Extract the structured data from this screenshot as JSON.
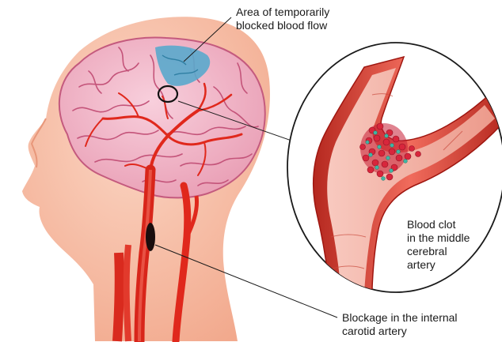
{
  "labels": {
    "area": {
      "line1": "Area of temporarily",
      "line2": "blocked blood flow"
    },
    "clot": {
      "line1": "Blood clot",
      "line2": "in the middle",
      "line3": "cerebral",
      "line4": "artery"
    },
    "blockage": {
      "line1": "Blockage in the internal",
      "line2": "carotid artery"
    }
  },
  "colors": {
    "skin": "#f7c4ae",
    "skin_dark": "#f0a88e",
    "brain": "#f3b5c8",
    "brain_fold": "#c4547a",
    "artery": "#e0281c",
    "artery_dark": "#9e1610",
    "ischemia": "#5fa8c8",
    "clot_red": "#d8263c",
    "clot_teal": "#3fb6a4"
  }
}
